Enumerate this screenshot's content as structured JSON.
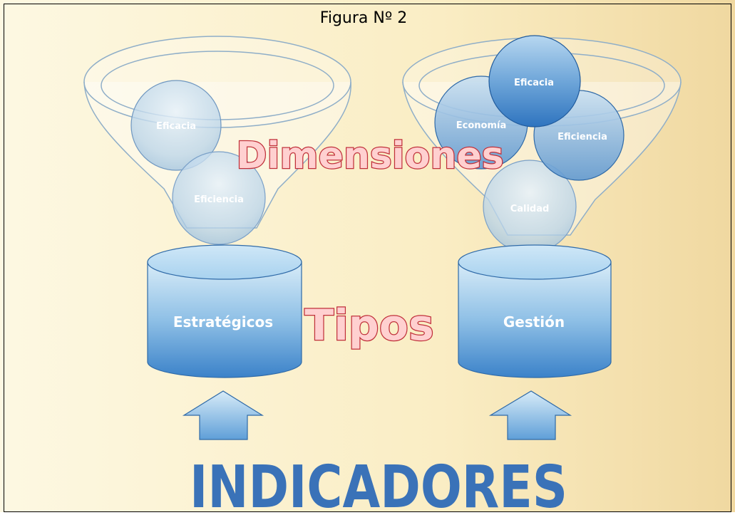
{
  "title": "Figura Nº 2",
  "middle_labels": {
    "dimensions": "Dimensiones",
    "types": "Tipos"
  },
  "bottom_label": "INDICADORES",
  "left_funnel": {
    "balls": [
      "Eficacia",
      "Eficiencia"
    ],
    "cylinder_label": "Estratégicos"
  },
  "right_funnel": {
    "balls": [
      "Economía",
      "Eficacia",
      "Eficiencia",
      "Calidad"
    ],
    "cylinder_label": "Gestión"
  },
  "colors": {
    "background_light": "#fdf7dc",
    "background_dark": "#f0d9a6",
    "accent_red": "#c0303a",
    "indicator_blue": "#3a72b8",
    "cylinder_top": "#cfe6f6",
    "cylinder_bottom": "#3a7fc8"
  }
}
